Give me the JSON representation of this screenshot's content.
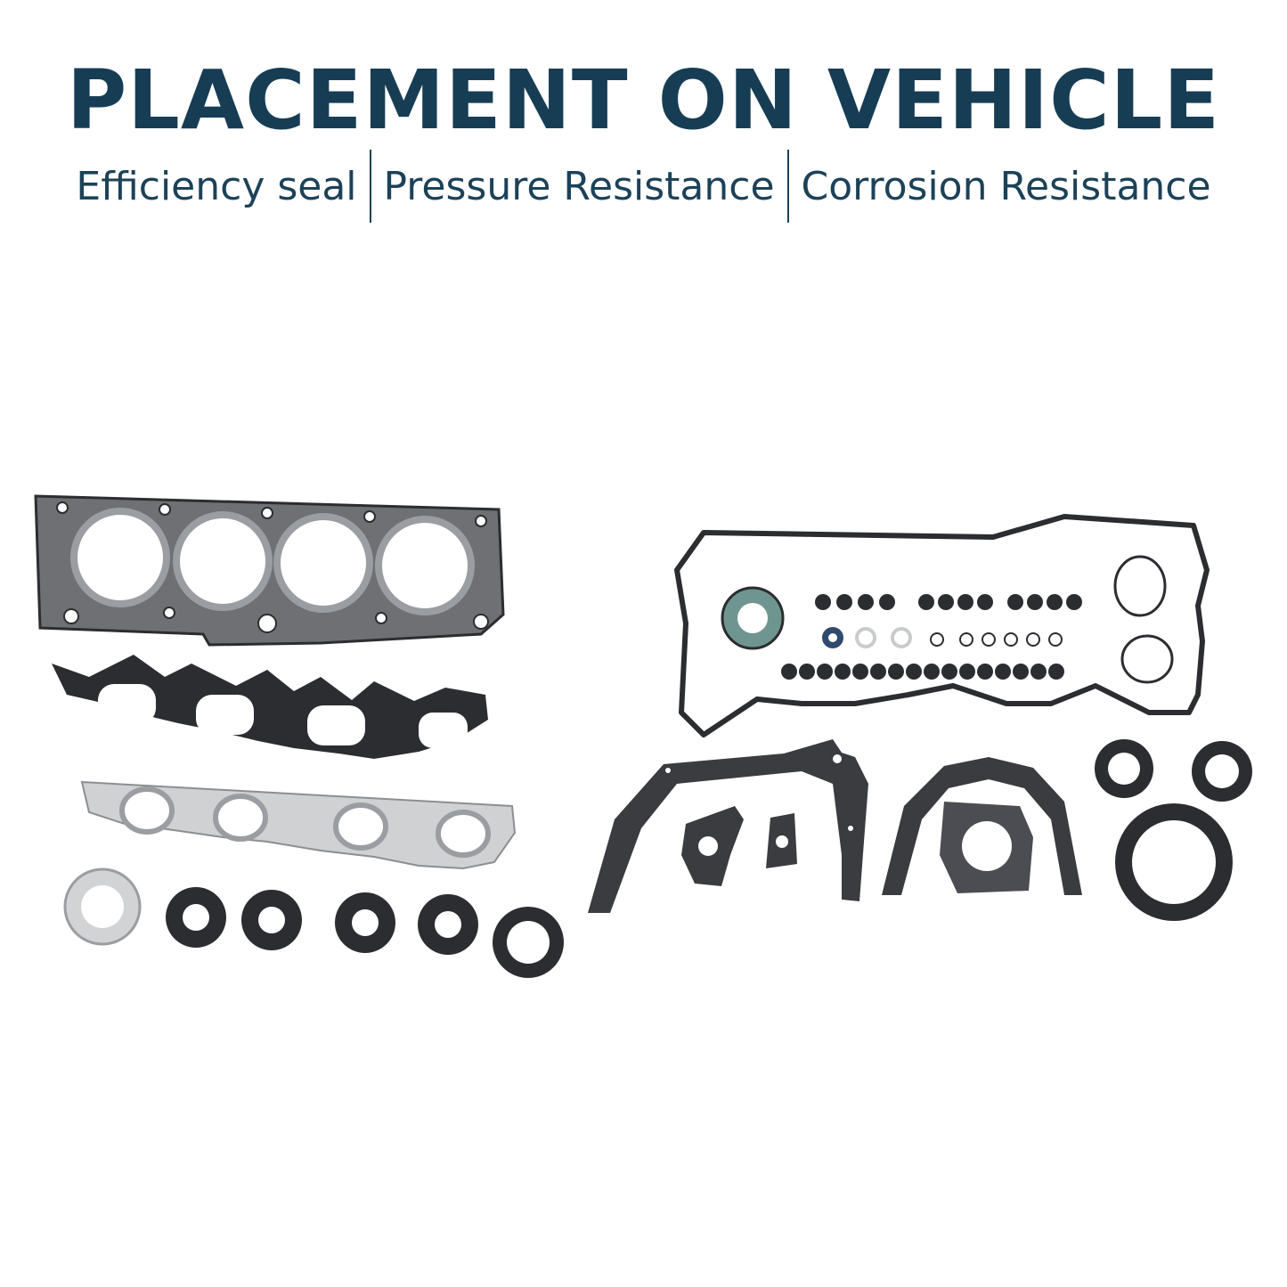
{
  "banner": {
    "title": "PLACEMENT ON VEHICLE",
    "features": [
      "Efficiency seal",
      "Pressure Resistance",
      "Corrosion Resistance"
    ]
  },
  "product_image": {
    "icon": "engine-gasket-kit-photo",
    "colors": {
      "dark": "#2b2d30",
      "graphite": "#5a5c60",
      "silver": "#c9cbcc",
      "seal_green": "#6f9590"
    }
  }
}
